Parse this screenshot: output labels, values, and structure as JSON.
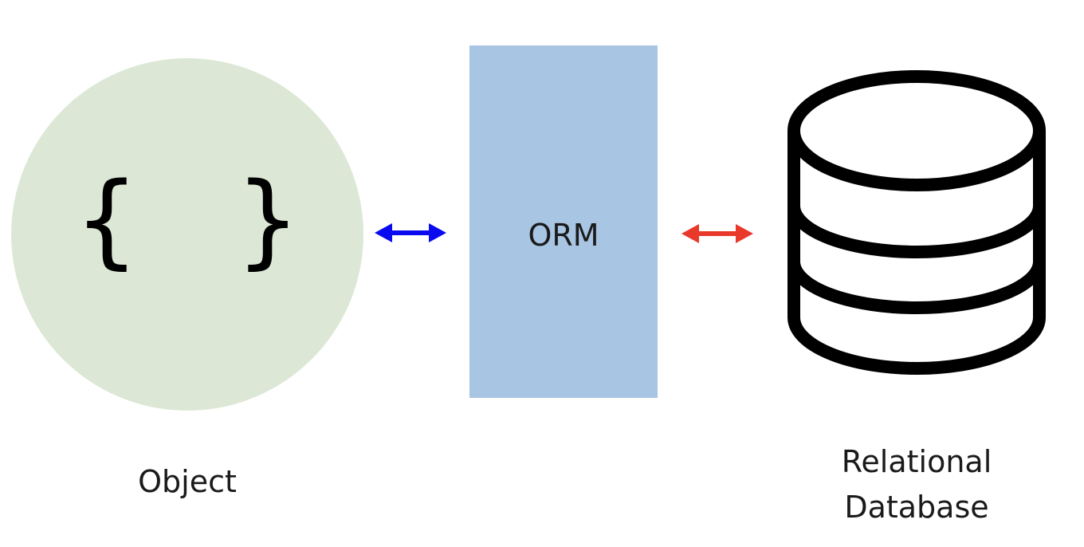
{
  "object": {
    "icon_text": "{ }",
    "label": "Object",
    "fill_color": "#dce8d5"
  },
  "orm": {
    "label": "ORM",
    "fill_color": "#a8c5e3"
  },
  "arrows": {
    "object_orm": {
      "color": "#0a0af0",
      "icon": "double-arrow-icon"
    },
    "orm_database": {
      "color": "#e8392b",
      "icon": "double-arrow-icon"
    }
  },
  "database": {
    "icon": "database-icon",
    "label_line1": "Relational",
    "label_line2": "Database"
  }
}
